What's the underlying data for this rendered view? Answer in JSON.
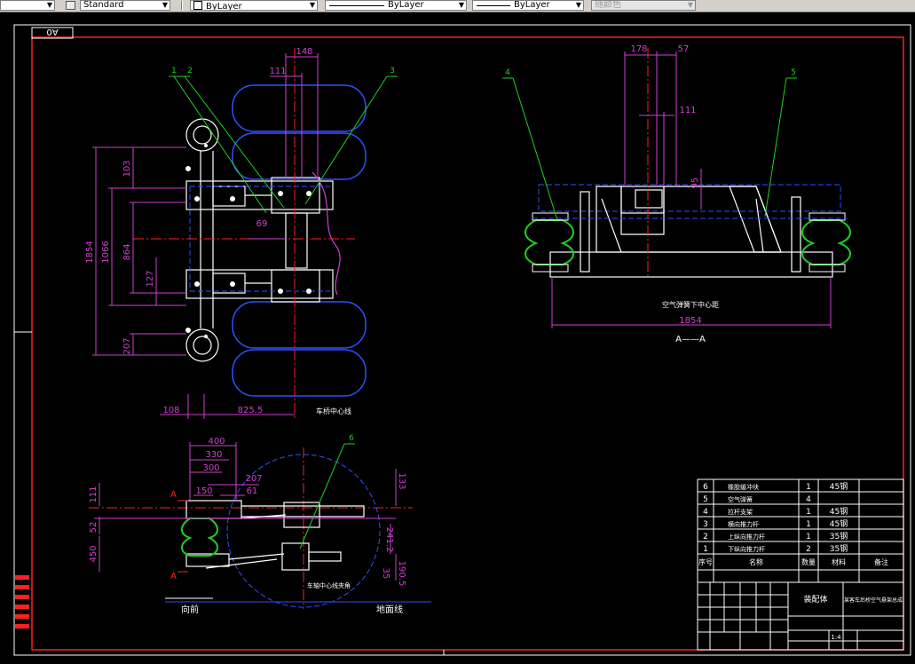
{
  "toolbar": {
    "text_style": "Standard",
    "layer": "ByLayer",
    "linetype": "ByLayer",
    "lineweight": "ByLayer",
    "plot_style": "随颜色"
  },
  "drawing": {
    "sheet_code": "A0",
    "view_label": "A——A",
    "label_front": "向前",
    "label_ground": "地面线",
    "label_vehicle_center": "车桥中心线",
    "label_air_spring_center": "空气弹簧下中心距",
    "label_axle_center": "车轴中心线夹角",
    "section_marker": "A",
    "dims_top_left": [
      "148",
      "111",
      "103",
      "1854",
      "1066",
      "864",
      "127",
      "69",
      "207",
      "108",
      "825.5"
    ],
    "dims_top_right": [
      "178",
      "57",
      "111",
      "95",
      "1854"
    ],
    "dims_bottom": [
      "400",
      "330",
      "300",
      "207",
      "150",
      "61",
      "111",
      "52",
      "450",
      "133",
      "241.2",
      "35",
      "190.5"
    ],
    "balloons": [
      "1",
      "2",
      "3",
      "4",
      "5",
      "6"
    ]
  },
  "bom": {
    "rows": [
      {
        "no": "6",
        "name": "橡胶缓冲块",
        "qty": "1",
        "material": "45钢"
      },
      {
        "no": "5",
        "name": "空气弹簧",
        "qty": "4",
        "material": ""
      },
      {
        "no": "4",
        "name": "拉杆支架",
        "qty": "1",
        "material": "45钢"
      },
      {
        "no": "3",
        "name": "横向推力杆",
        "qty": "1",
        "material": "45钢"
      },
      {
        "no": "2",
        "name": "上纵向推力杆",
        "qty": "1",
        "material": "35钢"
      },
      {
        "no": "1",
        "name": "下纵向推力杆",
        "qty": "2",
        "material": "35钢"
      }
    ],
    "headers": {
      "no": "序号",
      "name": "名称",
      "qty": "数量",
      "material": "材料",
      "remark": "备注"
    },
    "title_block": {
      "assembly": "装配体",
      "drawing_title": "某客车后桥空气悬架总成",
      "scale": "1:4"
    }
  }
}
